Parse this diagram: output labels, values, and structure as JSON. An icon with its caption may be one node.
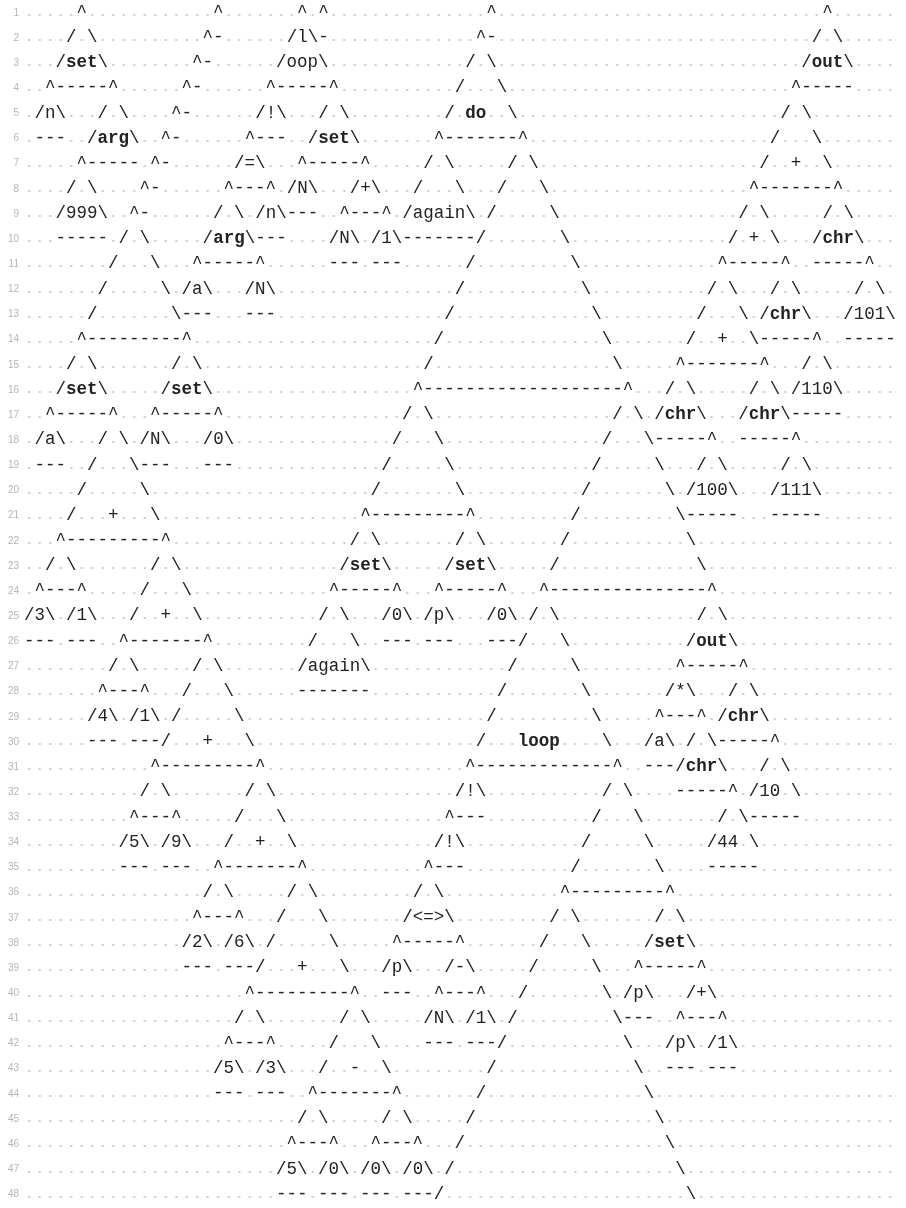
{
  "diagram": {
    "labels": [
      "1",
      "     ^            ^       ^ ^               ^                               ^",
      "2",
      "    / \\          ^-      /l\\-              ^-                              / \\",
      "3",
      "   /**set**\\        ^-      /oop\\             / \\                             /**out**\\",
      "4",
      "  ^-----^      ^-      ^-----^           /   \\                           ^-----",
      "5",
      " /n\\   / \\    ^-      /!\\   / \\         / **do**  \\                         / \\",
      "6",
      " ---  /**arg**\\  ^-      ^---  /**set**\\       ^-------^                       /   \\",
      "7",
      "     ^----- ^-      /=\\   ^-----^     / \\     / \\                     /  +  \\",
      "8",
      "    / \\    ^-      ^---^ /N\\   /+\\   /   \\   /   \\                   ^-------^",
      "9",
      "   /999\\  ^-      / \\ /n\\---  ^---^ /again\\ /     \\                 / \\     / \\",
      "10",
      "   ----- / \\     /**arg**\\---    /N\\ /1\\-------/       \\               / + \\   /**chr**\\",
      "11",
      "        /   \\   ^-----^      --- ---      /         \\             ^-----^  -----^",
      "12",
      "       /     \\ /a\\   /N\\                 /           \\           / \\   / \\     / \\",
      "13",
      "      /       \\---   ---                /             \\         /   \\ /**chr**\\   /101\\",
      "14",
      "     ^---------^                       /               \\       /  +  \\-----^  -----",
      "15",
      "    / \\       / \\                     /                 \\     ^-------^   / \\",
      "16",
      "   /**set**\\     /**set**\\                   ^-------------------^   / \\     / \\ /110\\",
      "17",
      "  ^-----^   ^-----^                 / \\                 / \\ /**chr**\\   /**chr**\\-----",
      "18",
      " /a\\   / \\ /N\\   /0\\               /   \\               /   \\-----^  -----^",
      "19",
      " ---  /   \\---   ---              /     \\             /     \\   / \\     / \\",
      "20",
      "     /     \\                     /       \\           /       \\ /100\\   /111\\",
      "21",
      "    /   +   \\                   ^---------^         /         \\-----   -----",
      "22",
      "   ^---------^                 / \\       / \\       /           \\",
      "23",
      "  / \\       / \\               /**set**\\     /**set**\\     /             \\",
      "24",
      " ^---^     /   \\             ^-----^   ^-----^   ^---------------^",
      "25",
      "/3\\ /1\\   /  +  \\           / \\   /0\\ /p\\   /0\\ / \\             / \\",
      "26",
      "--- ---  ^-------^         /   \\  --- ---   ---/   \\           /**out**\\",
      "27",
      "        / \\     / \\       /again\\             /     \\         ^-----^",
      "28",
      "       ^---^   /   \\      -------            /       \\       /*\\   / \\",
      "29",
      "      /4\\ /1\\ /     \\                       /         \\     ^---^ /**chr**\\",
      "30",
      "      --- ---/   +   \\                     /   **loop**    \\   /a\\ / \\-----^",
      "31",
      "            ^---------^                   ^-------------^  ---/**chr**\\   / \\",
      "32",
      "           / \\       / \\                 /!\\           / \\    -----^ /10 \\",
      "33",
      "          ^---^     /   \\               ^---          /   \\       / \\-----",
      "34",
      "         /5\\ /9\\   /  +  \\             /!\\           /     \\     /44 \\",
      "35",
      "         --- ---  ^-------^           ^---          /       \\    -----",
      "36",
      "                 / \\     / \\         / \\           ^---------^",
      "37",
      "                ^---^   /   \\       /<=>\\         / \\       / \\",
      "38",
      "               /2\\ /6\\ /     \\     ^-----^       /   \\     /**set**\\",
      "39",
      "               --- ---/   +   \\   /p\\   /-\\     /     \\   ^-----^",
      "40",
      "                     ^---------^  ---  ^---^   /       \\ /p\\   /+\\",
      "41",
      "                    / \\       / \\     /N\\ /1\\ /         \\---  ^---^",
      "42",
      "                   ^---^     /   \\    --- ---/           \\   /p\\ /1\\",
      "43",
      "                  /5\\ /3\\   /  -  \\         /             \\  --- ---",
      "44",
      "                  --- ---  ^-------^       /               \\",
      "45",
      "                          / \\     / \\     /                 \\",
      "46",
      "                         ^---^   ^---^   /                   \\",
      "47",
      "                        /5\\ /0\\ /0\\ /0\\ /                     \\",
      "48",
      "                        --- --- --- ---/                       \\"
    ]
  }
}
